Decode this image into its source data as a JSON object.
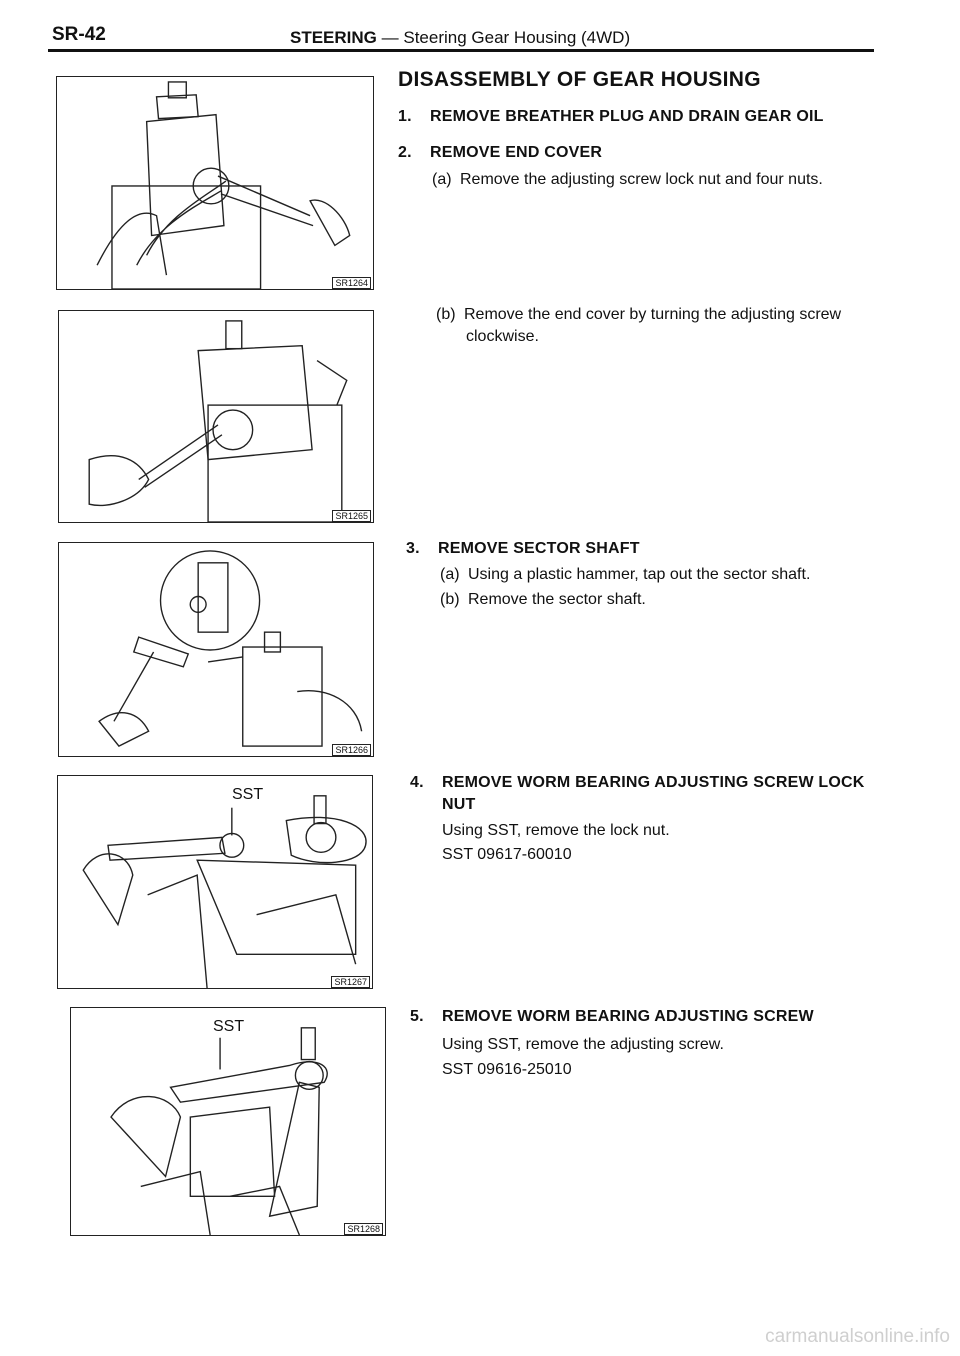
{
  "header": {
    "page_id": "SR-42",
    "section": "STEERING",
    "subsection": "— Steering Gear Housing (4WD)"
  },
  "main": {
    "title": "DISASSEMBLY OF GEAR HOUSING",
    "steps": [
      {
        "num": "1.",
        "title": "REMOVE BREATHER PLUG AND DRAIN GEAR OIL"
      },
      {
        "num": "2.",
        "title": "REMOVE END COVER",
        "items": [
          {
            "label": "(a)",
            "text": "Remove the adjusting screw lock nut and four nuts."
          },
          {
            "label": "(b)",
            "text": "Remove the end cover by turning the adjusting screw",
            "text2": "clockwise."
          }
        ]
      },
      {
        "num": "3.",
        "title": "REMOVE SECTOR SHAFT",
        "items": [
          {
            "label": "(a)",
            "text": "Using a plastic hammer, tap out the sector shaft."
          },
          {
            "label": "(b)",
            "text": "Remove the sector shaft."
          }
        ]
      },
      {
        "num": "4.",
        "title": "REMOVE WORM BEARING ADJUSTING SCREW LOCK",
        "title2": "NUT",
        "lines": [
          "Using SST, remove the lock nut.",
          "SST 09617-60010"
        ]
      },
      {
        "num": "5.",
        "title": "REMOVE WORM BEARING ADJUSTING SCREW",
        "lines": [
          "Using SST, remove the adjusting screw.",
          "SST 09616-25010"
        ]
      }
    ]
  },
  "figures": [
    {
      "code": "SR1264"
    },
    {
      "code": "SR1265"
    },
    {
      "code": "SR1266"
    },
    {
      "code": "SR1267",
      "label": "SST"
    },
    {
      "code": "SR1268",
      "label": "SST"
    }
  ],
  "footer": {
    "watermark": "carmanualsonline.info"
  }
}
